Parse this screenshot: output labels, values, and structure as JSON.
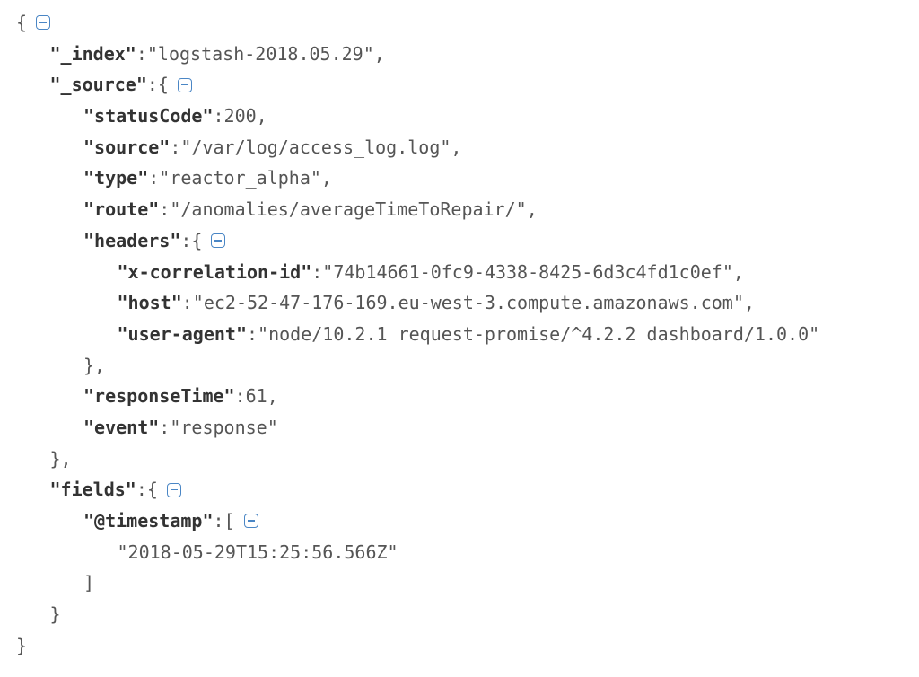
{
  "lines": [
    {
      "indent": 0,
      "open": "{",
      "toggle": true
    },
    {
      "indent": 1,
      "key": "\"_index\"",
      "sep": ":",
      "value": "\"logstash-2018.05.29\"",
      "tail": ","
    },
    {
      "indent": 1,
      "key": "\"_source\"",
      "sep": ":",
      "open": "{",
      "toggle": true
    },
    {
      "indent": 2,
      "key": "\"statusCode\"",
      "sep": ":",
      "value": "200",
      "tail": ","
    },
    {
      "indent": 2,
      "key": "\"source\"",
      "sep": ":",
      "value": "\"/var/log/access_log.log\"",
      "tail": ","
    },
    {
      "indent": 2,
      "key": "\"type\"",
      "sep": ":",
      "value": "\"reactor_alpha\"",
      "tail": ","
    },
    {
      "indent": 2,
      "key": "\"route\"",
      "sep": ":",
      "value": "\"/anomalies/averageTimeToRepair/\"",
      "tail": ","
    },
    {
      "indent": 2,
      "key": "\"headers\"",
      "sep": ":",
      "open": "{",
      "toggle": true
    },
    {
      "indent": 3,
      "key": "\"x-correlation-id\"",
      "sep": ":",
      "value": "\"74b14661-0fc9-4338-8425-6d3c4fd1c0ef\"",
      "tail": ","
    },
    {
      "indent": 3,
      "key": "\"host\"",
      "sep": ":",
      "value": "\"ec2-52-47-176-169.eu-west-3.compute.amazonaws.com\"",
      "tail": ","
    },
    {
      "indent": 3,
      "key": "\"user-agent\"",
      "sep": ":",
      "value": "\"node/10.2.1 request-promise/^4.2.2 dashboard/1.0.0\""
    },
    {
      "indent": 2,
      "close": "},"
    },
    {
      "indent": 2,
      "key": "\"responseTime\"",
      "sep": ":",
      "value": "61",
      "tail": ","
    },
    {
      "indent": 2,
      "key": "\"event\"",
      "sep": ":",
      "value": "\"response\""
    },
    {
      "indent": 1,
      "close": "},"
    },
    {
      "indent": 1,
      "key": "\"fields\"",
      "sep": ":",
      "open": "{",
      "toggle": true
    },
    {
      "indent": 2,
      "key": "\"@timestamp\"",
      "sep": ":",
      "open": "[",
      "toggle": true
    },
    {
      "indent": 3,
      "value": "\"2018-05-29T15:25:56.566Z\""
    },
    {
      "indent": 2,
      "close": "]"
    },
    {
      "indent": 1,
      "close": "}"
    },
    {
      "indent": 0,
      "close": "}"
    }
  ],
  "colors": {
    "toggle": "#4a86c5",
    "key": "#333333",
    "value": "#555555"
  }
}
